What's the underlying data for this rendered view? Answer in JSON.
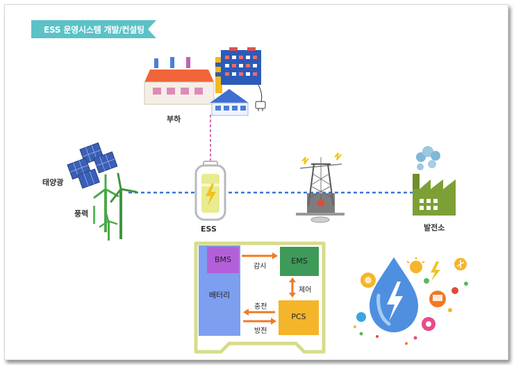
{
  "banner": {
    "title": "ESS 운영시스템 개발/컨설팅"
  },
  "nodes": {
    "load": "부하",
    "solar": "태양광",
    "wind": "풍력",
    "ess": "ESS",
    "power_plant": "발전소"
  },
  "system": {
    "bms": "BMS",
    "ems": "EMS",
    "pcs": "PCS",
    "battery": "배터리",
    "monitor": "감시",
    "control": "제어",
    "charge": "충전",
    "discharge": "방전"
  },
  "colors": {
    "ribbon": "#5cc2c8",
    "grid_line": "#3b73d6",
    "load_line": "#d96cb8",
    "system_border": "#d7dc8a",
    "bms": "#b45fd9",
    "battery": "#7d9ff0",
    "ems": "#3e9a58",
    "pcs": "#f5b52a",
    "arrow": "#f07a22"
  }
}
